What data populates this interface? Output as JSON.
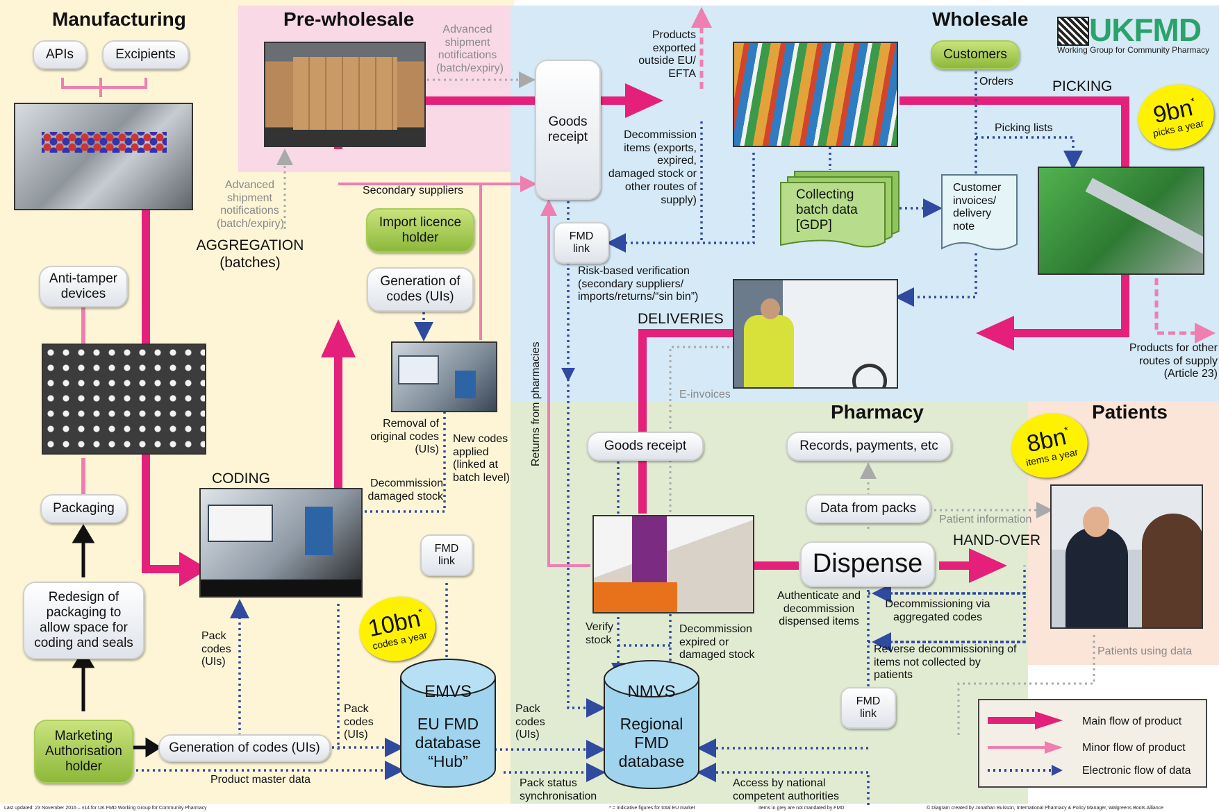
{
  "zones": {
    "manufacturing": "Manufacturing",
    "prewholesale": "Pre-wholesale",
    "wholesale": "Wholesale",
    "pharmacy": "Pharmacy",
    "patients": "Patients"
  },
  "logo": {
    "text": "UKFMD",
    "subtitle": "Working Group for Community Pharmacy"
  },
  "nodes": {
    "apis": "APIs",
    "excipients": "Excipients",
    "anti_tamper": "Anti-tamper devices",
    "packaging": "Packaging",
    "redesign": "Redesign of packaging to allow space for coding and seals",
    "mah": "Marketing Authorisation holder",
    "gen_codes": "Generation of codes (UIs)",
    "import_licence": "Import licence holder",
    "gen_codes_2": "Generation of codes (UIs)",
    "fmd_link_1": "FMD link",
    "goods_receipt_w": "Goods receipt",
    "fmd_link_2": "FMD link",
    "customers": "Customers",
    "collecting_batch": "Collecting batch data [GDP]",
    "customer_invoices": "Customer invoices/ delivery note",
    "goods_receipt_p": "Goods receipt",
    "records": "Records, payments, etc",
    "data_from_packs": "Data from packs",
    "dispense": "Dispense",
    "fmd_link_3": "FMD link",
    "emvs_title": "EMVS",
    "emvs_body": "EU FMD database “Hub”",
    "nmvs_title": "NMVS",
    "nmvs_body": "Regional FMD database"
  },
  "labels": {
    "adv_ship_1": "Advanced shipment notifications (batch/expiry)",
    "adv_ship_2": "Advanced shipment notifications (batch/expiry)",
    "aggregation": "AGGREGATION (batches)",
    "coding": "CODING",
    "secondary_suppliers": "Secondary suppliers",
    "removal": "Removal of original codes (UIs)",
    "new_codes": "New codes applied (linked at batch level)",
    "decommission_damaged": "Decommission damaged stock",
    "pack_codes_1": "Pack codes (UIs)",
    "pack_codes_2": "Pack codes (UIs)",
    "pack_codes_3": "Pack codes (UIs)",
    "product_master": "Product master data",
    "pack_status": "Pack status synchronisation",
    "access_authorities": "Access by national competent authorities",
    "products_exported": "Products exported outside EU/ EFTA",
    "decommission_items": "Decommission items (exports, expired, damaged stock or other routes of supply)",
    "risk_based": "Risk-based verification (secondary suppliers/ imports/returns/“sin bin”)",
    "returns": "Returns from pharmacies",
    "deliveries": "DELIVERIES",
    "e_invoices": "E-invoices",
    "orders": "Orders",
    "picking": "PICKING",
    "picking_lists": "Picking lists",
    "products_other": "Products for other routes of supply (Article 23)",
    "verify_stock": "Verify stock",
    "decommission_expired": "Decommission expired or damaged stock",
    "authenticate": "Authenticate and decommission dispensed items",
    "decomm_aggregated": "Decommissioning via aggregated codes",
    "reverse_decomm": "Reverse decommissioning of items not collected by patients",
    "patient_info": "Patient information",
    "patients_using": "Patients using data",
    "hand_over": "HAND-OVER"
  },
  "badges": {
    "b1": {
      "value": "9bn",
      "asterisk": "*",
      "sub": "picks a year"
    },
    "b2": {
      "value": "8bn",
      "asterisk": "*",
      "sub": "items a year"
    },
    "b3": {
      "value": "10bn",
      "asterisk": "*",
      "sub": "codes a year"
    }
  },
  "legend": {
    "main": "Main flow of product",
    "minor": "Minor flow of product",
    "electronic": "Electronic flow of data"
  },
  "footer": {
    "left": "Last updated: 23 November 2016 – v14 for UK FMD Working Group for Community Pharmacy",
    "mid1": "* = Indicative figures for total EU market",
    "mid2": "Items in grey are not mandated by FMD",
    "right": "© Diagram created by Jonathan Buisson, International Pharmacy & Policy Manager, Walgreens Boots Alliance"
  },
  "colors": {
    "main_flow": "#e4207a",
    "minor_flow": "#ee7fb0",
    "data_flow": "#2f4a9e",
    "grey_flow": "#a9a9a9",
    "manufacturing_bg": "#fdf5d6",
    "prewholesale_bg": "#f9d9e6",
    "wholesale_bg": "#d5e9f6",
    "pharmacy_bg": "#e1ebd2",
    "patients_bg": "#fbe4d8"
  }
}
